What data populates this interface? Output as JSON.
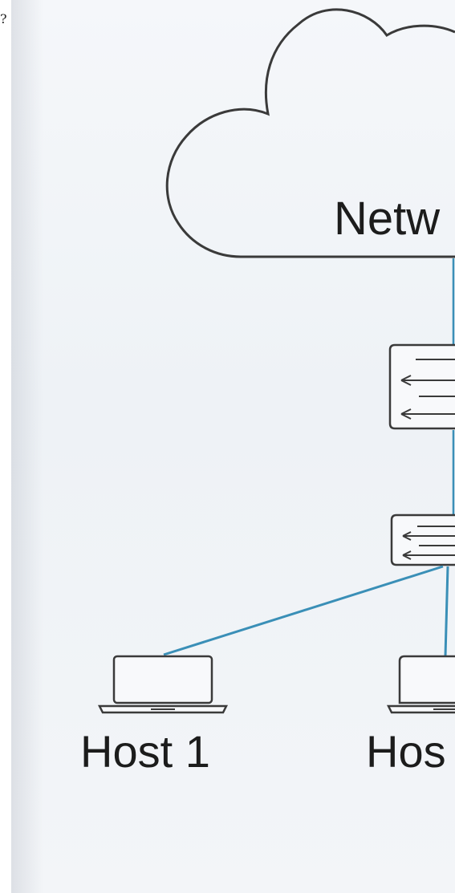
{
  "corner_mark": "?",
  "labels": {
    "network": "Netw",
    "host1": "Host 1",
    "host2": "Hos"
  },
  "colors": {
    "link": "#3a8fb7",
    "outline": "#3a3a3a",
    "text": "#1c1c1c"
  },
  "icons": [
    "cloud-icon",
    "switch-icon",
    "switch-icon",
    "laptop-icon",
    "laptop-icon"
  ]
}
